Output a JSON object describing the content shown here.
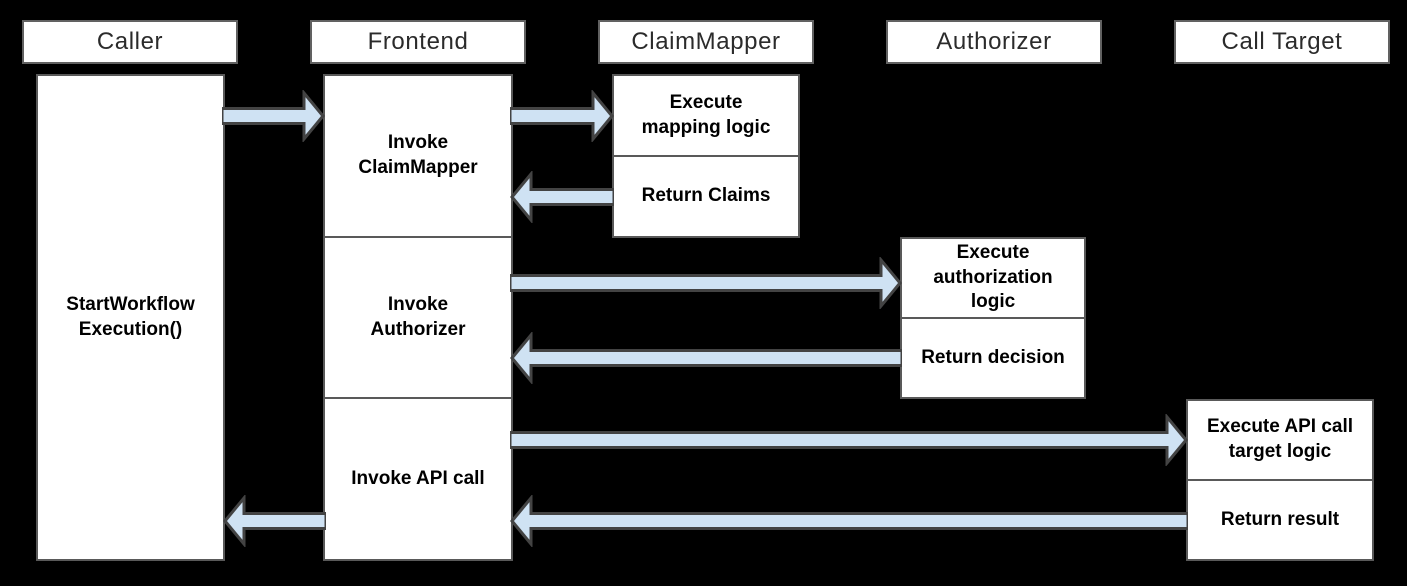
{
  "diagram": {
    "type": "sequence-diagram",
    "colors": {
      "background": "#000000",
      "box_fill": "#ffffff",
      "box_border": "#595959",
      "header_text": "#2b2b2b",
      "body_text": "#000000",
      "arrow_fill": "#cfe2f3",
      "arrow_stroke": "#434343"
    },
    "lifelines": [
      {
        "id": "caller",
        "header": "Caller",
        "boxes": [
          "StartWorkflow\nExecution()"
        ]
      },
      {
        "id": "frontend",
        "header": "Frontend",
        "boxes": [
          "Invoke\nClaimMapper",
          "Invoke\nAuthorizer",
          "Invoke API call"
        ]
      },
      {
        "id": "claimmapper",
        "header": "ClaimMapper",
        "boxes": [
          "Execute\nmapping logic",
          "Return Claims"
        ]
      },
      {
        "id": "authorizer",
        "header": "Authorizer",
        "boxes": [
          "Execute\nauthorization\nlogic",
          "Return decision"
        ]
      },
      {
        "id": "calltarget",
        "header": "Call Target",
        "boxes": [
          "Execute API call\ntarget logic",
          "Return result"
        ]
      }
    ],
    "messages": [
      {
        "from": "Caller",
        "to": "Frontend",
        "direction": "right"
      },
      {
        "from": "Frontend",
        "to": "ClaimMapper",
        "direction": "right"
      },
      {
        "from": "ClaimMapper",
        "to": "Frontend",
        "direction": "left"
      },
      {
        "from": "Frontend",
        "to": "Authorizer",
        "direction": "right"
      },
      {
        "from": "Authorizer",
        "to": "Frontend",
        "direction": "left"
      },
      {
        "from": "Frontend",
        "to": "Call Target",
        "direction": "right"
      },
      {
        "from": "Call Target",
        "to": "Frontend",
        "direction": "left"
      },
      {
        "from": "Frontend",
        "to": "Caller",
        "direction": "left"
      }
    ]
  }
}
